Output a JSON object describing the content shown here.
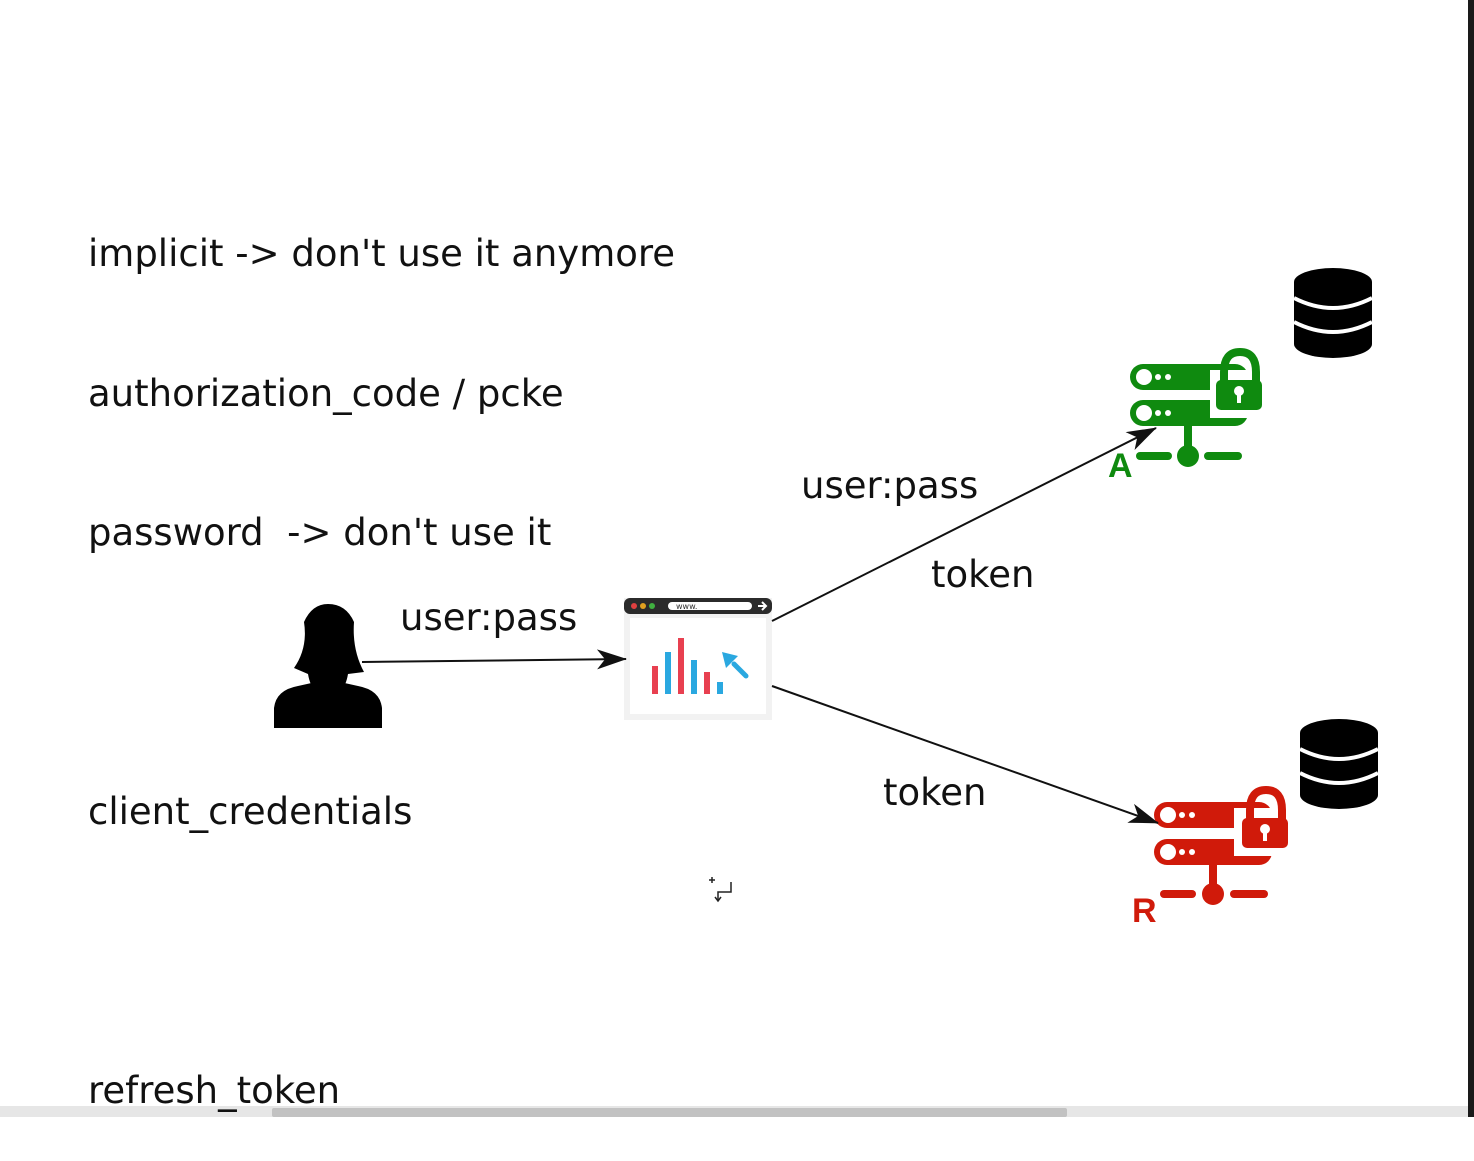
{
  "notes": [
    "implicit -> don't use it anymore",
    "authorization_code / pcke",
    "password  -> don't use it",
    "",
    "client_credentials",
    "",
    "refresh_token"
  ],
  "edges": {
    "user_to_client": "user:pass",
    "client_to_auth_request": "user:pass",
    "auth_to_client_response": "token",
    "client_to_resource": "token"
  },
  "nodes": {
    "auth_server": {
      "letter": "A",
      "color": "#0f8a0f"
    },
    "resource_server": {
      "letter": "R",
      "color": "#d01a0a"
    },
    "browser": {
      "url": "www."
    }
  }
}
